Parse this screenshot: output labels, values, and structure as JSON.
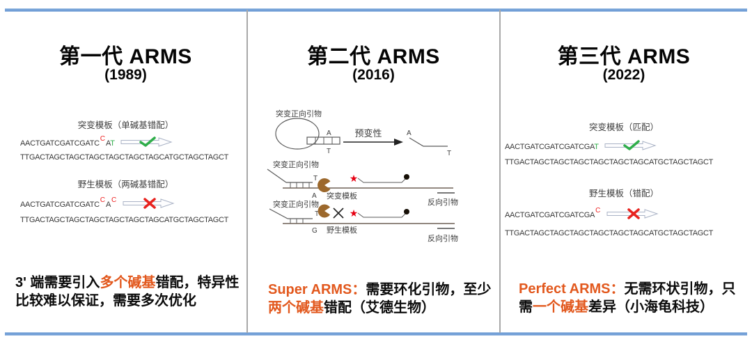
{
  "colors": {
    "rule_blue": "#6f9ed6",
    "divider_gray": "#a8a8a8",
    "accent_orange": "#e2581d",
    "mismatch_red": "#ee2222",
    "match_green": "#2fae4a",
    "polymerase_brown": "#9c682c",
    "probe_star_red": "#e60012"
  },
  "panels": [
    {
      "title": "第一代 ARMS",
      "year": "(1989)",
      "mutant": {
        "label": "突变模板（单碱基错配）",
        "seq_prefix": "AACTGATCGATCGATC",
        "sup_before": "C",
        "seq_mid": "A",
        "seq_match": "T",
        "result_icon": "check",
        "complement": "TTGACTAGCTAGCTAGCTAGCTAGCTAGCATGCTAGCTAGCT"
      },
      "wild": {
        "label": "野生模板（两碱基错配）",
        "seq_prefix": "AACTGATCGATCGATC",
        "sup_before": "C",
        "seq_mid": "A",
        "sup_after": "C",
        "result_icon": "cross",
        "complement": "TTGACTAGCTAGCTAGCTAGCTAGCTAGCATGCTAGCTAGCT"
      },
      "caption": {
        "pre": "3' 端需要引入",
        "highlight": "多个碱基",
        "post": "错配，特异性比较难以保证，需要多次优化"
      }
    },
    {
      "title": "第二代 ARMS",
      "year": "(2016)",
      "diagram": {
        "rowA": {
          "primer_label": "突变正向引物",
          "base_top": "A",
          "base_bottom": "T",
          "arrow_label": "预变性",
          "open_top": "A",
          "open_bottom": "T"
        },
        "rowB": {
          "primer_label": "突变正向引物",
          "primer_base": "T",
          "template_base": "A",
          "template_label": "突变模板",
          "reverse_label": "反向引物",
          "star": "★"
        },
        "rowC": {
          "primer_label": "突变正向引物",
          "primer_base": "T",
          "template_base": "G",
          "template_label": "野生模板",
          "reverse_label": "反向引物",
          "star": "★"
        }
      },
      "caption": {
        "brand": "Super ARMS：",
        "pre": "需要环化引物，至少",
        "highlight": "两个碱基",
        "post": "错配（艾德生物）"
      }
    },
    {
      "title": "第三代 ARMS",
      "year": "(2022)",
      "mutant": {
        "label": "突变模板（匹配）",
        "seq_prefix": "AACTGATCGATCGATCGA",
        "seq_match": "T",
        "result_icon": "check",
        "complement": "TTGACTAGCTAGCTAGCTAGCTAGCTAGCATGCTAGCTAGCT"
      },
      "wild": {
        "label": "野生模板（错配）",
        "seq_prefix": "AACTGATCGATCGATCGA",
        "sup_after": "C",
        "result_icon": "cross",
        "complement": "TTGACTAGCTAGCTAGCTAGCTAGCTAGCATGCTAGCTAGCT"
      },
      "caption": {
        "brand": "Perfect ARMS：",
        "pre": "无需环状引物，只需",
        "highlight": "一个碱基",
        "post": "差异（小海龟科技）"
      }
    }
  ]
}
